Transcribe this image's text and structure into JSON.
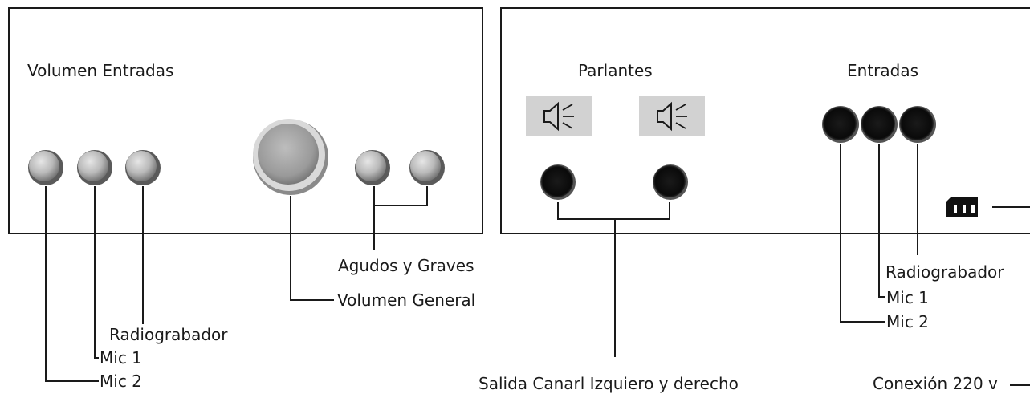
{
  "front_panel": {
    "title": "Volumen Entradas",
    "labels": {
      "mic2": "Mic 2",
      "mic1": "Mic 1",
      "radiograbador": "Radiograbador",
      "volumen_general": "Volumen General",
      "agudos_graves": "Agudos y Graves"
    }
  },
  "back_panel": {
    "parlantes_title": "Parlantes",
    "entradas_title": "Entradas",
    "labels": {
      "salida": "Salida Canarl Izquiero y derecho",
      "radiograbador": "Radiograbador",
      "mic1": "Mic 1",
      "mic2": "Mic 2",
      "conexion": "Conexión 220 v"
    }
  },
  "icons": {
    "speaker": "speaker-icon",
    "power_socket": "power-socket-icon"
  },
  "colors": {
    "knob_light": "#d9d9d9",
    "knob_dark": "#6e6e6e",
    "jack": "#111111",
    "speaker_bg": "#d2d2d2",
    "line": "#1a1a1a"
  }
}
